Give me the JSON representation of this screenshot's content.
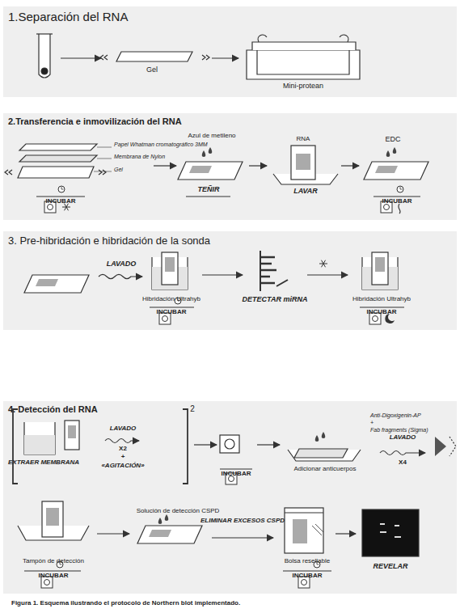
{
  "diagram": {
    "caption": "Figura 1. Esquema ilustrando el protocolo de Northern blot implementado.",
    "nodes": [
      {
        "text": [
          "1.Separación del RNA"
        ]
      },
      {
        "text": [
          "2.Transferencia e inmovilización del RNA"
        ]
      },
      {
        "text": [
          "3. Pre-hibridación e hibridación de la sonda"
        ]
      },
      {
        "text": [
          "4. Detección del RNA"
        ]
      }
    ],
    "labels": [
      "Gel",
      "Mini-protean",
      "Papel Whatman cromatográfico 3MM",
      "Membrana de Nylon",
      "Gel",
      "INCUBAR",
      "Azul de metileno",
      "TEÑIR",
      "RNA",
      "LAVAR",
      "EDC",
      "INCUBAR",
      "LAVADO",
      "Hibridación Ultrahyb",
      "INCUBAR",
      "DETECTAR miRNA",
      "Hibridación Ultrahyb",
      "INCUBAR",
      "EXTRAER MEMBRANA",
      "LAVADO",
      "X2",
      "+",
      "«AGITACIÓN»",
      "2",
      "INCUBAR",
      "Anti-Digoxigenin-AP",
      "+",
      "Fab fragments (Sigma)",
      "Adicionar anticuerpos",
      "LAVADO",
      "X4",
      "Tampón de detección",
      "INCUBAR",
      "Solución de detección CSPD",
      "ELIMINAR EXCESOS CSPD",
      "Bolsa resellable",
      "INCUBAR",
      "REVELAR"
    ]
  }
}
